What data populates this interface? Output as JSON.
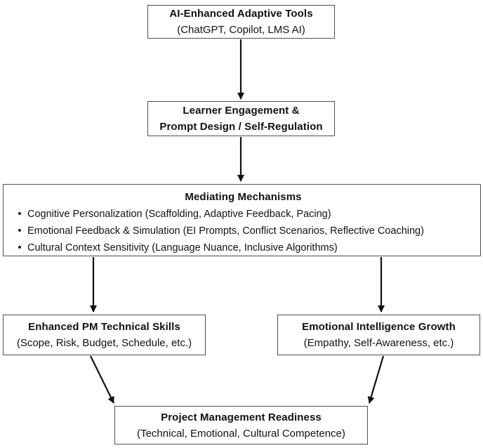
{
  "diagram": {
    "nodes": {
      "ai_tools": {
        "title": "AI-Enhanced Adaptive Tools",
        "subtitle": "(ChatGPT, Copilot, LMS AI)"
      },
      "learner_engagement": {
        "title_line1": "Learner Engagement &",
        "title_line2": "Prompt Design / Self-Regulation"
      },
      "mediating_mechanisms": {
        "title": "Mediating Mechanisms",
        "bullets": [
          "Cognitive Personalization (Scaffolding, Adaptive Feedback, Pacing)",
          "Emotional Feedback & Simulation (EI Prompts, Conflict Scenarios, Reflective Coaching)",
          "Cultural Context Sensitivity (Language Nuance, Inclusive Algorithms)"
        ]
      },
      "pm_technical_skills": {
        "title": "Enhanced PM Technical Skills",
        "subtitle": "(Scope, Risk, Budget, Schedule, etc.)"
      },
      "ei_growth": {
        "title": "Emotional Intelligence Growth",
        "subtitle": "(Empathy, Self-Awareness, etc.)"
      },
      "pm_readiness": {
        "title": "Project Management Readiness",
        "subtitle": "(Technical, Emotional, Cultural Competence)"
      }
    },
    "colors": {
      "background": "#ffffff",
      "box_border": "#4f4f4f",
      "text": "#111111",
      "arrow": "#111111"
    }
  }
}
